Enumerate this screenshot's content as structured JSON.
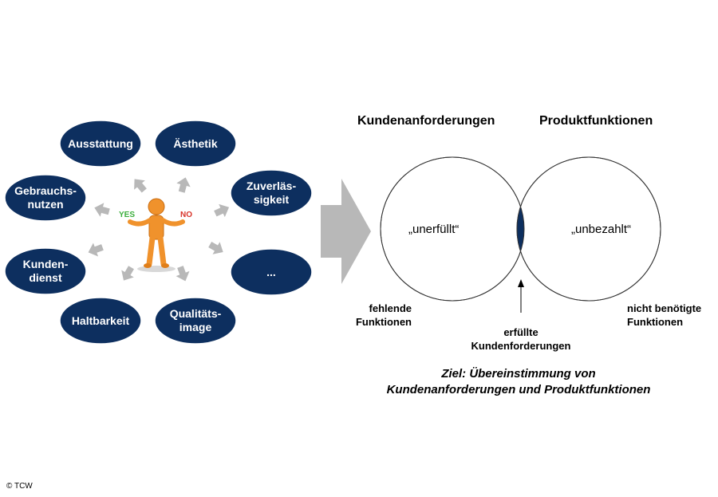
{
  "left_diagram": {
    "ovals": [
      {
        "lines": [
          "Ausstattung"
        ]
      },
      {
        "lines": [
          "Ästhetik"
        ]
      },
      {
        "lines": [
          "Zuverläs-",
          "sigkeit"
        ]
      },
      {
        "lines": [
          "..."
        ]
      },
      {
        "lines": [
          "Qualitäts-",
          "image"
        ]
      },
      {
        "lines": [
          "Haltbarkeit"
        ]
      },
      {
        "lines": [
          "Kunden-",
          "dienst"
        ]
      },
      {
        "lines": [
          "Gebrauchs-",
          "nutzen"
        ]
      }
    ],
    "figure": {
      "yes_label": "YES",
      "no_label": "NO"
    },
    "colors": {
      "oval_fill": "#0d2f5f",
      "arrow_gray": "#b8b8b8",
      "figure_orange": "#f0922c",
      "yes_green": "#3cae3c",
      "no_red": "#d8342a"
    }
  },
  "venn": {
    "title_left": "Kundenanforderungen",
    "title_right": "Produktfunktionen",
    "left_quote": "„unerfüllt“",
    "right_quote": "„unbezahlt“",
    "label_left_line1": "fehlende",
    "label_left_line2": "Funktionen",
    "label_center_line1": "erfüllte",
    "label_center_line2": "Kundenforderungen",
    "label_right_line1": "nicht benötigte",
    "label_right_line2": "Funktionen",
    "intersection_color": "#0d2f5f"
  },
  "goal": {
    "line1": "Ziel: Übereinstimmung von",
    "line2": "Kundenanforderungen und Produktfunktionen"
  },
  "copyright": "© TCW"
}
